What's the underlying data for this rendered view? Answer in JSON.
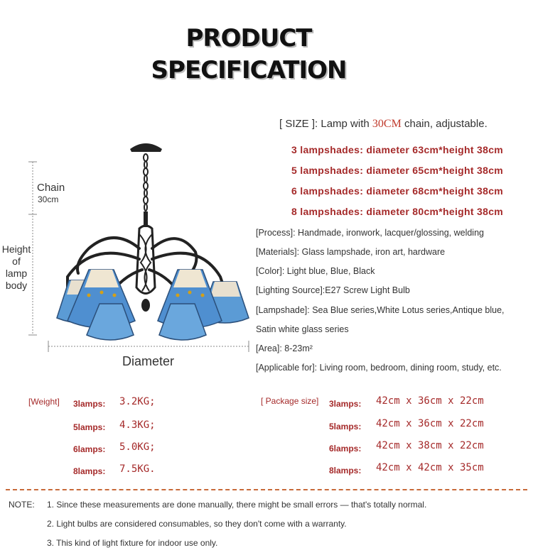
{
  "title": [
    "PRODUCT",
    "SPECIFICATION"
  ],
  "size": {
    "label": "[ SIZE ]:",
    "text_before": "Lamp with",
    "chain_length": "30CM",
    "text_after": "chain, adjustable."
  },
  "lampshades": [
    "3 lampshades: diameter 63cm*height 38cm",
    "5 lampshades: diameter 65cm*height 38cm",
    "6 lampshades: diameter 68cm*height 38cm",
    "8 lampshades: diameter 80cm*height 38cm"
  ],
  "specs": [
    "[Process]: Handmade, ironwork, lacquer/glossing, welding",
    "[Materials]: Glass lampshade, iron art, hardware",
    "[Color]: Light blue, Blue, Black",
    "[Lighting Source]:E27 Screw Light Bulb",
    "[Lampshade]: Sea Blue series,White Lotus series,Antique blue,",
    "Satin white glass series",
    "[Area]: 8-23m²",
    "[Applicable for]: Living room, bedroom, dining room, study, etc."
  ],
  "dimensions": {
    "chain_label": "Chain",
    "chain_value": "30cm",
    "height_label": [
      "Height",
      "of",
      "lamp",
      "body"
    ],
    "diameter_label": "Diameter"
  },
  "weight": {
    "label": "[Weight]",
    "rows": [
      {
        "count": "3lamps:",
        "value": "3.2KG;"
      },
      {
        "count": "5lamps:",
        "value": "4.3KG;"
      },
      {
        "count": "6lamps:",
        "value": "5.0KG;"
      },
      {
        "count": "8lamps:",
        "value": "7.5KG."
      }
    ]
  },
  "package": {
    "label": "[ Package size]",
    "rows": [
      {
        "count": "3lamps:",
        "value": "42cm x 36cm x 22cm"
      },
      {
        "count": "5lamps:",
        "value": "42cm x 36cm x 22cm"
      },
      {
        "count": "6lamps:",
        "value": "42cm x 38cm x 22cm"
      },
      {
        "count": "8lamps:",
        "value": "42cm x 42cm x 35cm"
      }
    ]
  },
  "notes": {
    "label": "NOTE:",
    "items": [
      "1. Since these measurements are done manually, there might be small errors — that's totally normal.",
      "2. Light bulbs are considered consumables, so they don't come with a warranty.",
      "3. This kind of light fixture for indoor use only."
    ]
  },
  "colors": {
    "accent_red": "#a52a2a",
    "shade_blue": "#5b9bd5",
    "iron": "#222222"
  }
}
